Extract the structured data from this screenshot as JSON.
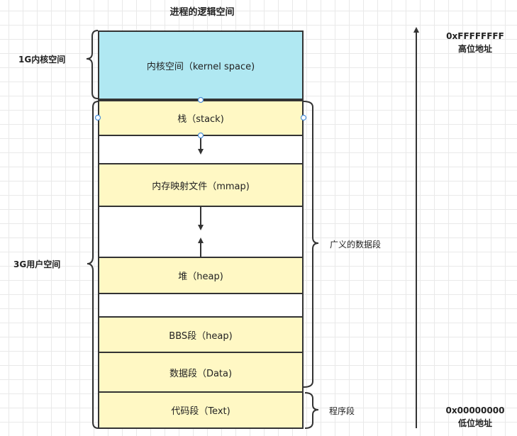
{
  "title": "进程的逻辑空间",
  "left_labels": {
    "kernel": "1G内核空间",
    "user": "3G用户空间"
  },
  "right_labels": {
    "data_segments": "广义的数据段",
    "text_segment": "程序段"
  },
  "address": {
    "high_value": "0xFFFFFFFF",
    "high_label": "高位地址",
    "low_value": "0x00000000",
    "low_label": "低位地址"
  },
  "segments": {
    "kernel": "内核空间（kernel space)",
    "stack": "栈（stack)",
    "mmap": "内存映射文件（mmap)",
    "heap": "堆（heap)",
    "bbs": "BBS段（heap)",
    "data": "数据段（Data)",
    "text": "代码段（Text)"
  },
  "colors": {
    "kernel_fill": "#b0e8f2",
    "segment_fill": "#fff8c4",
    "stroke": "#333333",
    "selection_handle": "#4a90d9"
  }
}
